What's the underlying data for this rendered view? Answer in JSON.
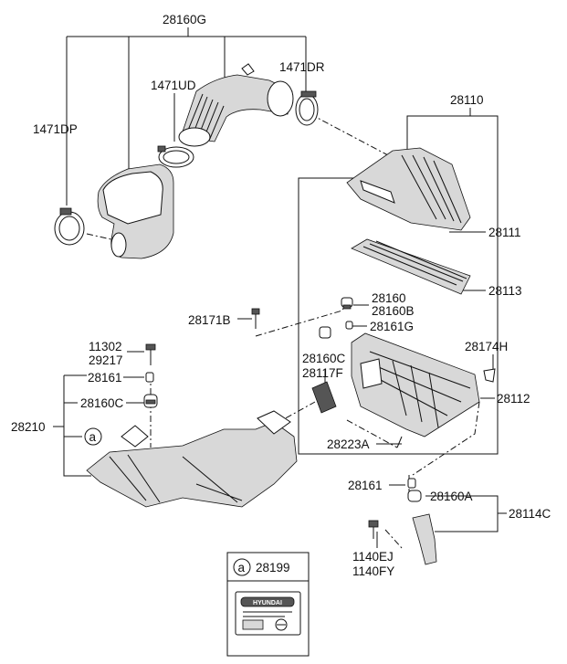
{
  "labels": {
    "p28160G": "28160G",
    "p1471DR": "1471DR",
    "p1471UD": "1471UD",
    "p1471DP": "1471DP",
    "p28110": "28110",
    "p28111": "28111",
    "p28113": "28113",
    "p28160": "28160",
    "p28160B": "28160B",
    "p28171B": "28171B",
    "p28161G": "28161G",
    "p28160C_a": "28160C",
    "p28117F": "28117F",
    "p28174H": "28174H",
    "p28112": "28112",
    "p11302": "11302",
    "p29217": "29217",
    "p28161_a": "28161",
    "p28160C_b": "28160C",
    "p28210": "28210",
    "p28223A": "28223A",
    "p28161_b": "28161",
    "p28160A": "28160A",
    "p28114C": "28114C",
    "p1140EJ": "1140EJ",
    "p1140FY": "1140FY"
  },
  "callout": {
    "letter": "a"
  },
  "legend_box": {
    "letter": "a",
    "part_no": "28199"
  },
  "decal": {
    "brand": "HYUNDAI"
  },
  "colors": {
    "line": "#111111",
    "background": "#ffffff",
    "fill_shade": "#d8d8d8"
  }
}
